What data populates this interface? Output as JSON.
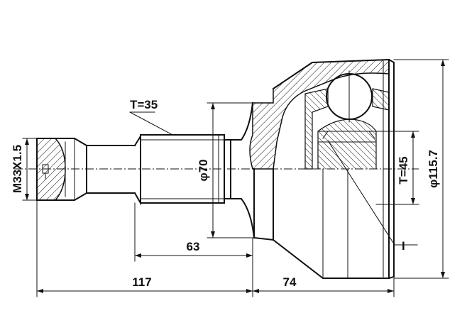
{
  "dimensions": {
    "thread": "M33X1.5",
    "spline_outer": "T=35",
    "shaft_diameter": "φ70",
    "length_stub": "63",
    "length_total_left": "117",
    "length_right": "74",
    "spline_inner": "T=45",
    "outer_diameter": "φ115.7",
    "detail_mark": "I"
  },
  "colors": {
    "line": "#111111",
    "background": "#ffffff"
  }
}
